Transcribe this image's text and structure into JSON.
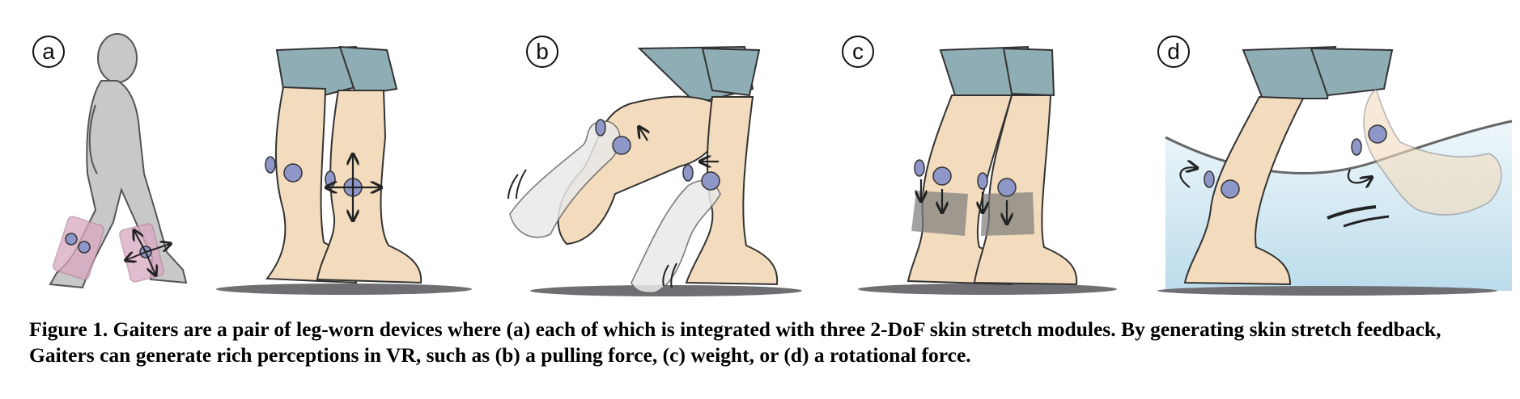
{
  "figure": {
    "panels": [
      {
        "id": "a",
        "label": "a"
      },
      {
        "id": "b",
        "label": "b"
      },
      {
        "id": "c",
        "label": "c"
      },
      {
        "id": "d",
        "label": "d"
      }
    ],
    "colors": {
      "skin": "#f3dcbd",
      "shorts": "#8fadb4",
      "module": "#8f97c9",
      "band": "#7a7a7a",
      "silhouette": "#c8c8c8",
      "gaiter": "#d8a9c0",
      "water": "#cfe6f1",
      "shadow": "#6f6f73"
    }
  },
  "caption": {
    "heading": "Figure 1. ",
    "text": "Gaiters are a pair of leg-worn devices where (a) each of which is integrated with three 2-DoF skin stretch modules. By generating skin stretch feedback, Gaiters can generate rich perceptions in VR, such as (b) a pulling force, (c) weight, or (d) a rotational force."
  }
}
